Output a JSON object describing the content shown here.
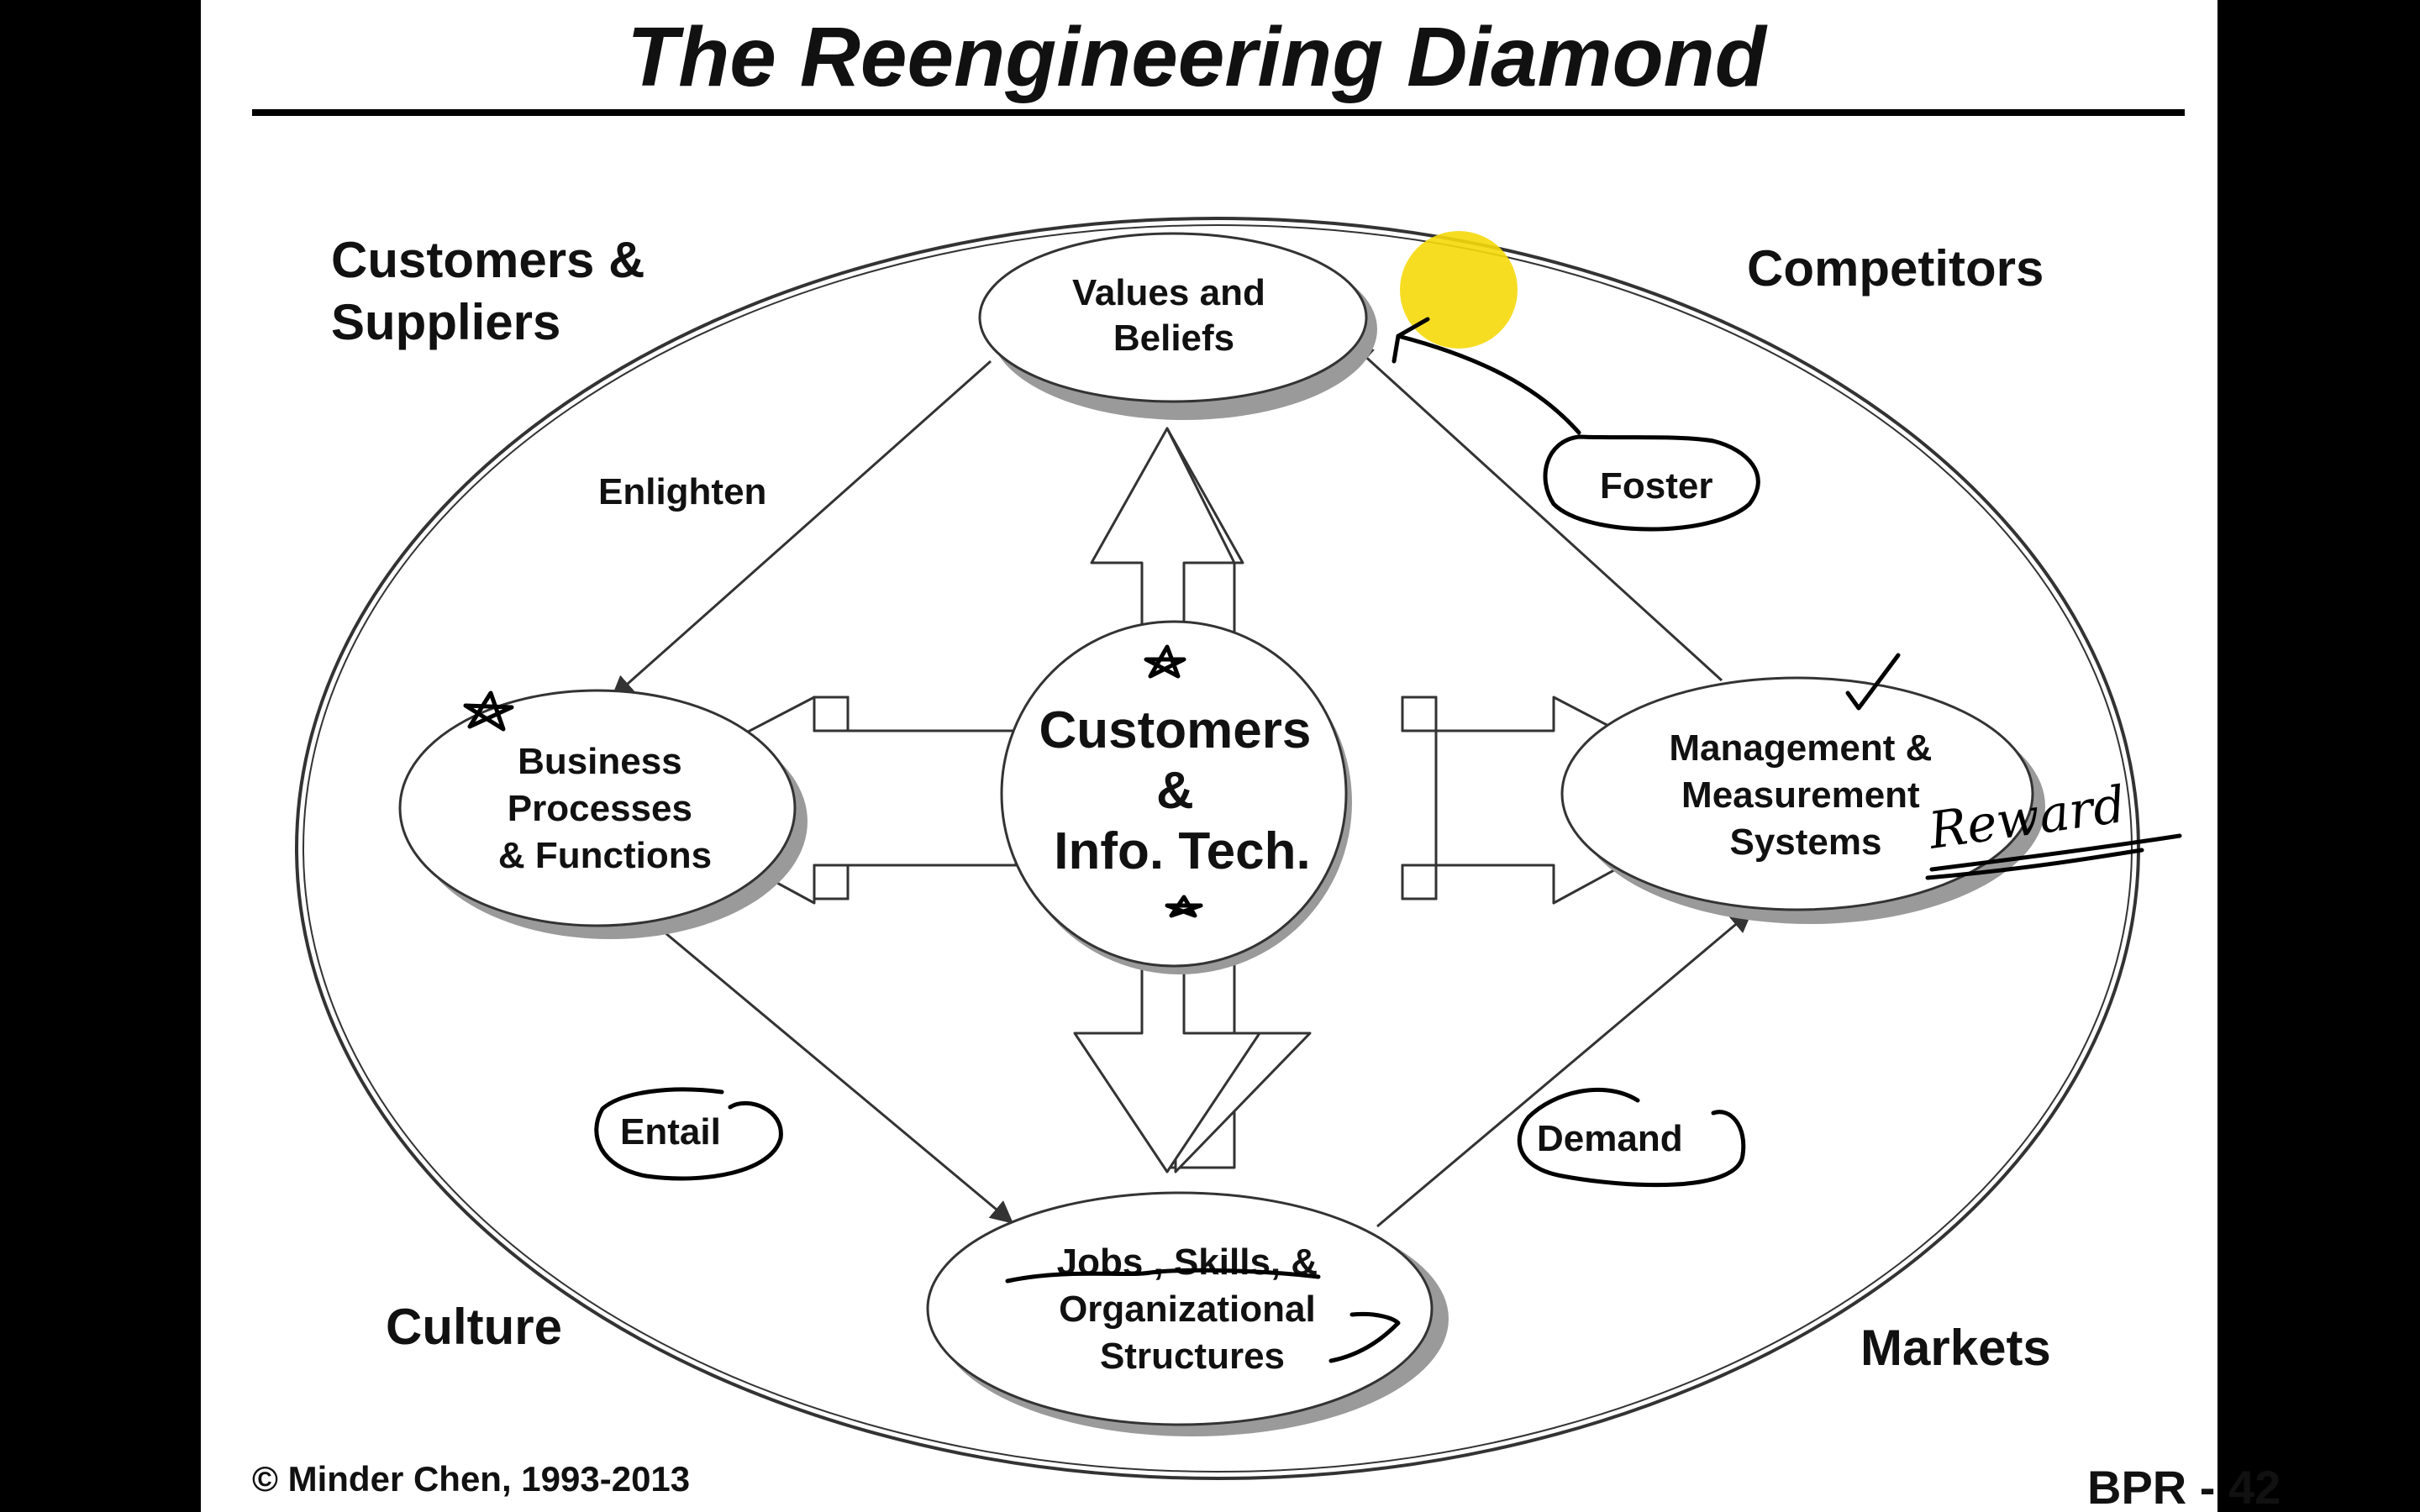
{
  "title": "The Reengineering Diamond",
  "corners": {
    "top_left": [
      "Customers &",
      "Suppliers"
    ],
    "top_right": "Competitors",
    "bottom_left": "Culture",
    "bottom_right": "Markets"
  },
  "nodes": {
    "top": [
      "Values and",
      "Beliefs"
    ],
    "left": [
      "Business",
      "Processes",
      "& Functions"
    ],
    "right": [
      "Management &",
      "Measurement",
      "Systems"
    ],
    "bottom": [
      "Jobs , Skills, &",
      "Organizational",
      "Structures"
    ],
    "center": [
      "Customers",
      "&",
      "Info. Tech."
    ]
  },
  "edge_labels": {
    "enlighten": "Enlighten",
    "foster": "Foster",
    "entail": "Entail",
    "demand": "Demand"
  },
  "annotations": {
    "handwritten_word": "Reward"
  },
  "footer": {
    "copyright": "© Minder Chen, 1993-2013",
    "slide_number": "BPR - 42"
  },
  "colors": {
    "highlight": "#f5d90a",
    "shadow": "#9a9a9a",
    "background": "#000000",
    "slide": "#ffffff"
  }
}
